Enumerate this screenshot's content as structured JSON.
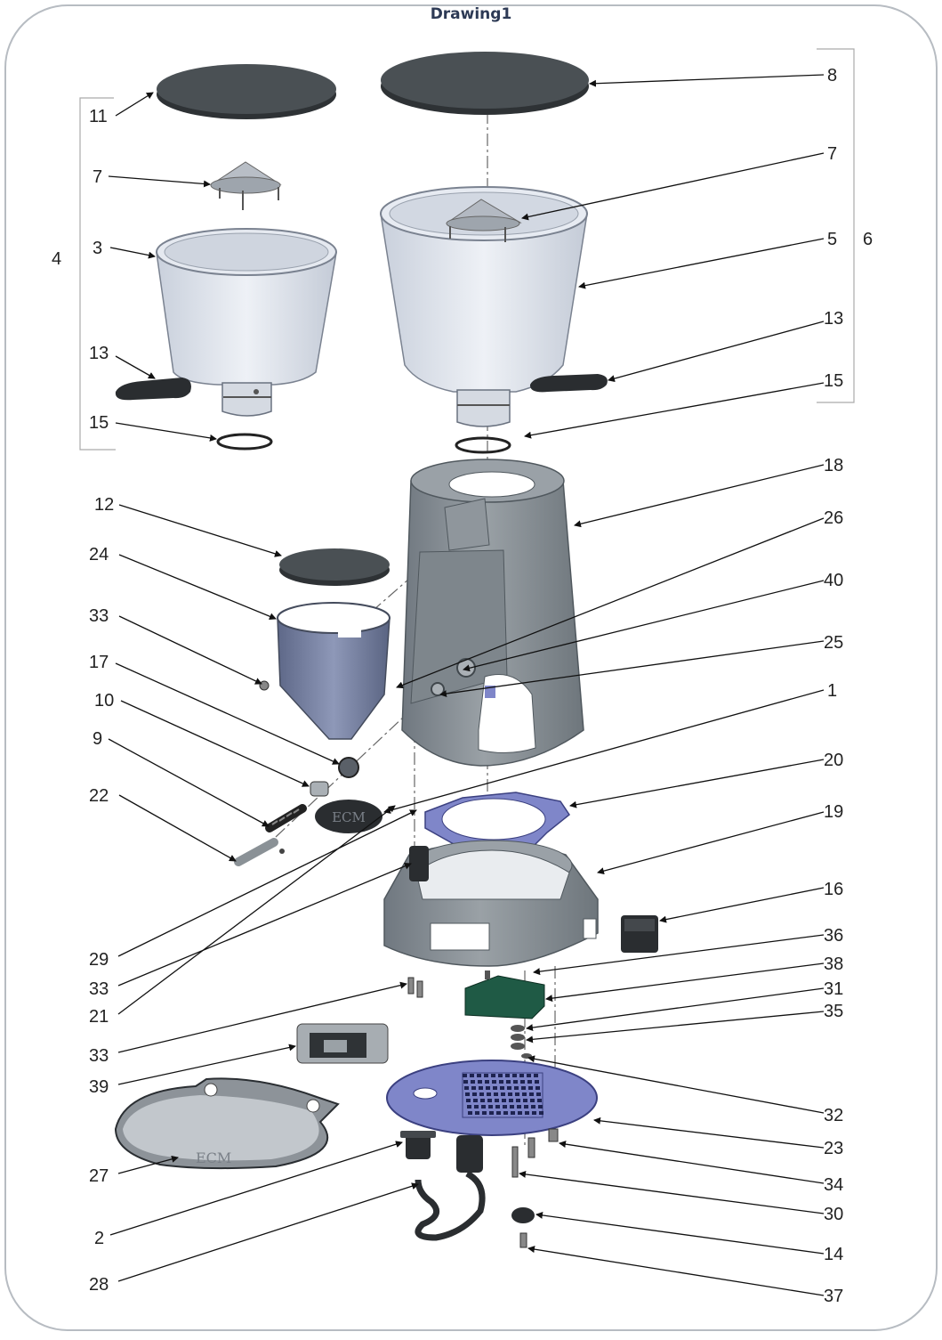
{
  "drawing": {
    "title": "Drawing1",
    "logo_text": "ECM"
  },
  "callouts": [
    {
      "id": "c11",
      "text": "11"
    },
    {
      "id": "c7a",
      "text": "7"
    },
    {
      "id": "c4",
      "text": "4"
    },
    {
      "id": "c3",
      "text": "3"
    },
    {
      "id": "c13a",
      "text": "13"
    },
    {
      "id": "c15a",
      "text": "15"
    },
    {
      "id": "c12",
      "text": "12"
    },
    {
      "id": "c24",
      "text": "24"
    },
    {
      "id": "c33a",
      "text": "33"
    },
    {
      "id": "c17",
      "text": "17"
    },
    {
      "id": "c10",
      "text": "10"
    },
    {
      "id": "c9",
      "text": "9"
    },
    {
      "id": "c22",
      "text": "22"
    },
    {
      "id": "c29",
      "text": "29"
    },
    {
      "id": "c33b",
      "text": "33"
    },
    {
      "id": "c21",
      "text": "21"
    },
    {
      "id": "c33c",
      "text": "33"
    },
    {
      "id": "c39",
      "text": "39"
    },
    {
      "id": "c27",
      "text": "27"
    },
    {
      "id": "c2",
      "text": "2"
    },
    {
      "id": "c28",
      "text": "28"
    },
    {
      "id": "c8",
      "text": "8"
    },
    {
      "id": "c7b",
      "text": "7"
    },
    {
      "id": "c5",
      "text": "5"
    },
    {
      "id": "c6",
      "text": "6"
    },
    {
      "id": "c13b",
      "text": "13"
    },
    {
      "id": "c15b",
      "text": "15"
    },
    {
      "id": "c18",
      "text": "18"
    },
    {
      "id": "c26",
      "text": "26"
    },
    {
      "id": "c40",
      "text": "40"
    },
    {
      "id": "c25",
      "text": "25"
    },
    {
      "id": "c1",
      "text": "1"
    },
    {
      "id": "c20",
      "text": "20"
    },
    {
      "id": "c19",
      "text": "19"
    },
    {
      "id": "c16",
      "text": "16"
    },
    {
      "id": "c36",
      "text": "36"
    },
    {
      "id": "c38",
      "text": "38"
    },
    {
      "id": "c31",
      "text": "31"
    },
    {
      "id": "c35",
      "text": "35"
    },
    {
      "id": "c32",
      "text": "32"
    },
    {
      "id": "c23",
      "text": "23"
    },
    {
      "id": "c34",
      "text": "34"
    },
    {
      "id": "c30",
      "text": "30"
    },
    {
      "id": "c14",
      "text": "14"
    },
    {
      "id": "c37",
      "text": "37"
    }
  ],
  "colors": {
    "body": "#8a9196",
    "lid": "#3f4447",
    "hopper": "#d9dfe8",
    "plate": "#7f86c9",
    "pcb": "#1f5a45",
    "leader": "#111111"
  }
}
